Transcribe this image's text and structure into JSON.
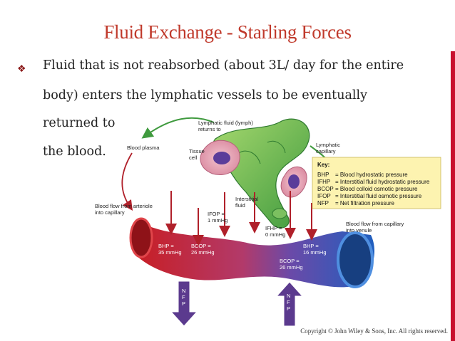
{
  "slide": {
    "title": "Fluid Exchange - Starling Forces",
    "bullet_lines": [
      "Fluid that is not reabsorbed (about 3L/ day for the entire",
      "body) enters the lymphatic vessels  to be eventually",
      "returned to",
      "the blood."
    ],
    "copyright": "Copyright © John Wiley & Sons, Inc. All rights reserved."
  },
  "figure": {
    "labels": {
      "lymph_fluid": "Lymphatic fluid (lymph)",
      "returns_to": "returns to",
      "blood_plasma": "Blood plasma",
      "tissue": "Tissue",
      "cell": "cell",
      "lymphatic": "Lymphatic",
      "capillary": "capillary",
      "interstitial": "Interstitial",
      "fluid": "fluid",
      "flow_from_arteriole_1": "Blood flow from arteriole",
      "flow_from_arteriole_2": "into capillary",
      "flow_into_venule_1": "Blood flow from capillary",
      "flow_into_venule_2": "into venule",
      "ifop_1": "IFOP =",
      "ifop_2": "1 mmHg",
      "ifhp_1": "IFHP =",
      "ifhp_2": "0 mmHg",
      "bhp_left_1": "BHP =",
      "bhp_left_2": "35 mmHg",
      "bcop_left_1": "BCOP =",
      "bcop_left_2": "26 mmHg",
      "bhp_right_1": "BHP =",
      "bhp_right_2": "16 mmHg",
      "bcop_right_1": "BCOP =",
      "bcop_right_2": "26 mmHg",
      "nfp_letters": [
        "N",
        "F",
        "P"
      ]
    },
    "key": {
      "title": "Key:",
      "rows": [
        {
          "abbr": "BHP",
          "desc": "= Blood hydrostatic pressure"
        },
        {
          "abbr": "IFHP",
          "desc": "= Interstitial fluid hydrostatic pressure"
        },
        {
          "abbr": "BCOP",
          "desc": "= Blood colloid osmotic pressure"
        },
        {
          "abbr": "IFOP",
          "desc": "= Interstitial fluid osmotic pressure"
        },
        {
          "abbr": "NFP",
          "desc": "= Net filtration pressure"
        }
      ]
    },
    "colors": {
      "title": "#c0392b",
      "arterial_red": "#d7262b",
      "venous_blue": "#1f5fbf",
      "lymph_green": "#4caf50",
      "arrow_purple": "#5b3a8e",
      "key_bg": "#fdf3b0"
    }
  }
}
